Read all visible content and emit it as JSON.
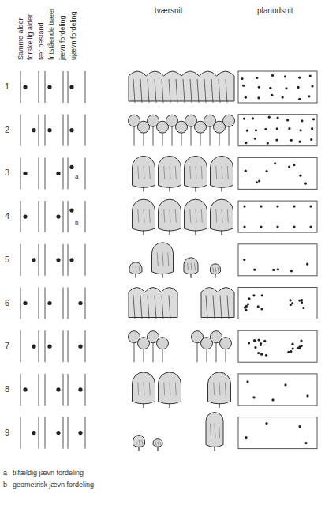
{
  "diagram": {
    "labels": [
      "Samme alder",
      "forskellig alder",
      "tæt bestand",
      "fritstående træer",
      "jævn fordeling",
      "ujævn fordeling",
      "tværsnit",
      "planudsnit",
      "1",
      "2",
      "3",
      "4",
      "5",
      "6",
      "7",
      "8",
      "9",
      "a",
      "b",
      "a",
      "tilfældig jævn fordeling",
      "b",
      "geometrisk jævn fordeling"
    ]
  }
}
